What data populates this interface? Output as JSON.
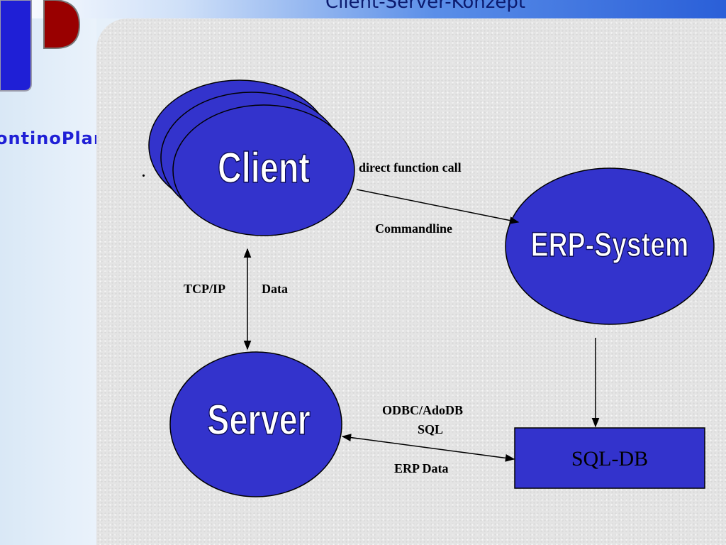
{
  "slide": {
    "title": "Client-Server-Konzept"
  },
  "logo": {
    "wordmark": "ontinoPlan",
    "icon": "d-logo-icon",
    "colors": {
      "blue": "#1f1fd6",
      "red": "#990000"
    }
  },
  "diagram": {
    "nodes": {
      "client": {
        "label": "Client"
      },
      "server": {
        "label": "Server"
      },
      "erp": {
        "label": "ERP-System"
      },
      "sqldb": {
        "label": "SQL-DB"
      }
    },
    "edges": {
      "client_erp": {
        "label_top": "direct function call",
        "label_bottom": "Commandline"
      },
      "client_server": {
        "label_left": "TCP/IP",
        "label_right": "Data"
      },
      "server_sqldb": {
        "label_top_line1": "ODBC/AdoDB",
        "label_top_line2": "SQL",
        "label_bottom": "ERP Data"
      }
    },
    "stray_mark": ".",
    "colors": {
      "shape_fill": "#3333cc",
      "shape_outline": "#000000",
      "label_fill": "#ffffff"
    }
  }
}
